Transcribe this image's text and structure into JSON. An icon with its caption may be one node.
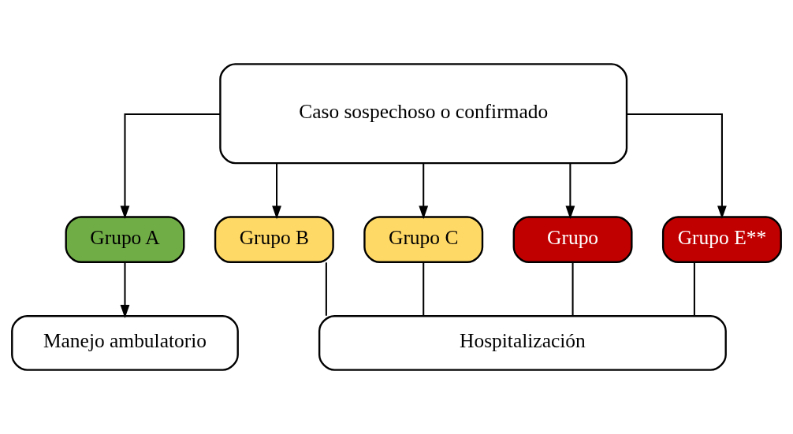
{
  "diagram": {
    "nodes": [
      {
        "text": [
          "Caso sospechoso o confirmado"
        ]
      },
      {
        "text": [
          "Grupo A"
        ]
      },
      {
        "text": [
          "Grupo B"
        ]
      },
      {
        "text": [
          "Grupo C"
        ]
      },
      {
        "text": [
          "Grupo"
        ]
      },
      {
        "text": [
          "Grupo E**"
        ]
      },
      {
        "text": [
          "Manejo ambulatorio"
        ]
      },
      {
        "text": [
          "Hospitalización"
        ]
      }
    ],
    "edges": [
      {
        "from": 0,
        "to": 1,
        "arrow": "to"
      },
      {
        "from": 0,
        "to": 2,
        "arrow": "to"
      },
      {
        "from": 0,
        "to": 3,
        "arrow": "to"
      },
      {
        "from": 0,
        "to": 4,
        "arrow": "to"
      },
      {
        "from": 0,
        "to": 5,
        "arrow": "to"
      },
      {
        "from": 1,
        "to": 6,
        "arrow": "to"
      },
      {
        "from": 2,
        "to": 7,
        "arrow": "none"
      },
      {
        "from": 3,
        "to": 7,
        "arrow": "none"
      },
      {
        "from": 4,
        "to": 7,
        "arrow": "none"
      },
      {
        "from": 5,
        "to": 7,
        "arrow": "none"
      }
    ]
  }
}
